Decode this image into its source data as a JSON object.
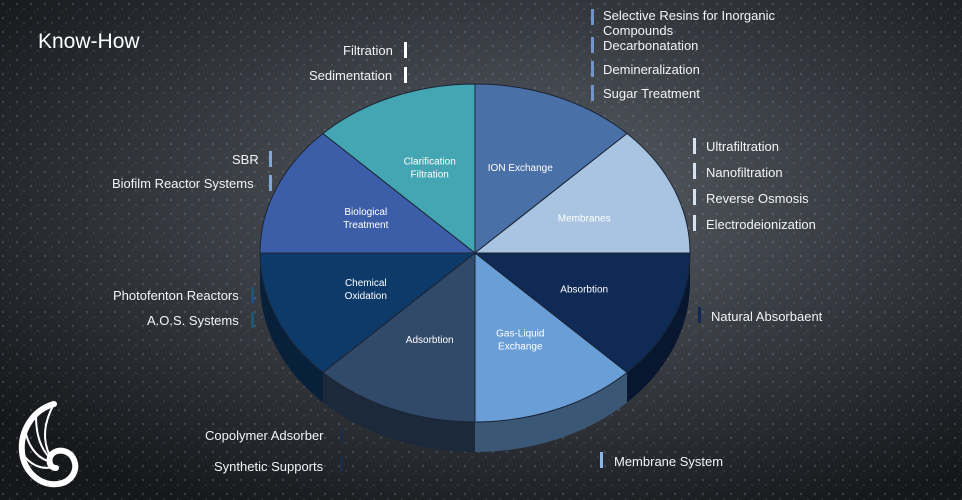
{
  "title": "Know-How",
  "colors": {
    "background": "#2b2f35",
    "slice_ion": "#4a70a8",
    "slice_membranes": "#a8c4e0",
    "slice_absorbtion": "#0f2a55",
    "slice_gas": "#6a9ed6",
    "slice_adsorbtion": "#324a6a",
    "slice_chemical": "#0e3a6a",
    "slice_biological": "#3c5ea8",
    "slice_clarification": "#44a6b2"
  },
  "slices": [
    {
      "label_lines": [
        "ION Exchange"
      ],
      "color_key": "slice_ion"
    },
    {
      "label_lines": [
        "Membranes"
      ],
      "color_key": "slice_membranes"
    },
    {
      "label_lines": [
        "Absorbtion"
      ],
      "color_key": "slice_absorbtion"
    },
    {
      "label_lines": [
        "Gas-Liquid",
        "Exchange"
      ],
      "color_key": "slice_gas"
    },
    {
      "label_lines": [
        "Adsorbtion"
      ],
      "color_key": "slice_adsorbtion"
    },
    {
      "label_lines": [
        "Chemical",
        "Oxidation"
      ],
      "color_key": "slice_chemical"
    },
    {
      "label_lines": [
        "Biological",
        "Treatment"
      ],
      "color_key": "slice_biological"
    },
    {
      "label_lines": [
        "Clarification",
        "Filtration"
      ],
      "color_key": "slice_clarification"
    }
  ],
  "labels": {
    "filtration": "Filtration",
    "sedimentation": "Sedimentation",
    "sbr": "SBR",
    "biofilm": "Biofilm Reactor Systems",
    "photofenton": "Photofenton Reactors",
    "aos": "A.O.S. Systems",
    "copolymer": "Copolymer Adsorber",
    "synthetic": "Synthetic Supports",
    "selective": "Selective Resins for Inorganic",
    "compounds": "Compounds",
    "decarbonatation": "Decarbonatation",
    "demineralization": "Demineralization",
    "sugar": "Sugar Treatment",
    "ultrafiltration": "Ultrafiltration",
    "nanofiltration": "Nanofiltration",
    "reverse_osmosis": "Reverse Osmosis",
    "electrodeionization": "Electrodeionization",
    "natural_absorbaent": "Natural Absorbaent",
    "membrane_system": "Membrane System"
  },
  "logo_icon": "nautilus-shell-logo"
}
